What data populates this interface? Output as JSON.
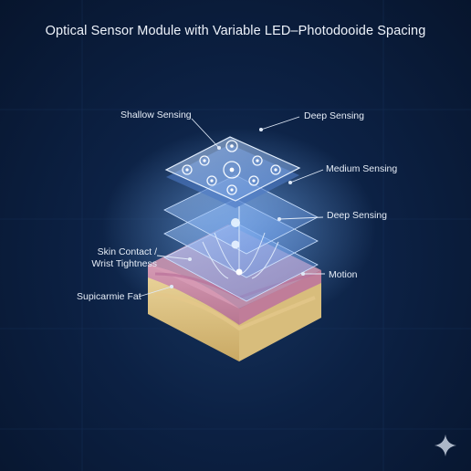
{
  "title": "Optical Sensor Module with Variable LED–Photodooide Spacing",
  "labels": {
    "shallow_sensing": "Shallow Sensing",
    "deep_sensing_top": "Deep Sensing",
    "medium_sensing": "Medium Sensing",
    "deep_sensing_mid": "Deep Sensing",
    "skin_contact_line1": "Skin Contact /",
    "skin_contact_line2": "Wrist Tightness",
    "motion": "Motion",
    "supicarmie_fat": "Supicarmie Fat"
  },
  "colors": {
    "background": "#0c2144",
    "layer_fill": "#7fb4ff",
    "skin_pink": "#c98aa6",
    "fat_yellow": "#e7cf8e",
    "accent_glow": "#9fd0ff"
  },
  "icons": [
    "sensor-chip-icon",
    "led-emitter-icon",
    "photodiode-icon",
    "sparkle-watermark-icon"
  ]
}
